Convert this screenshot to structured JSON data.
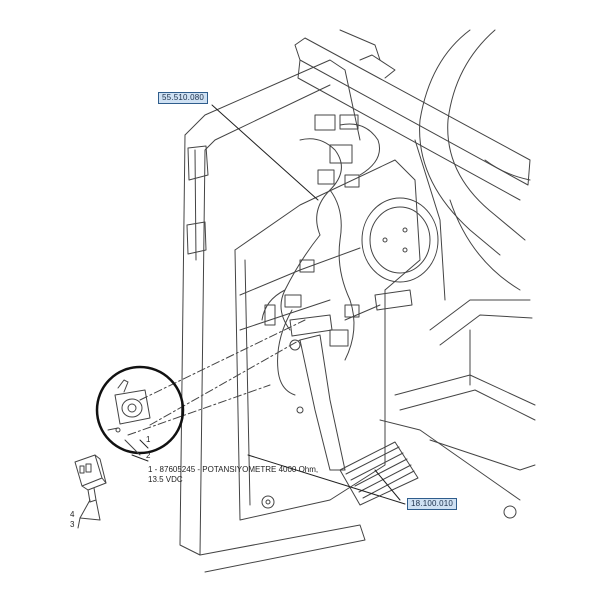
{
  "callouts": {
    "part_ref_top": "55.510.080",
    "part_ref_bottom": "18.100.010",
    "caption": "1 - 87605245 - POTANSIYOMETRE 4000 Ohm,\n13.5 VDC",
    "numbers": [
      "1",
      "2",
      "3",
      "4"
    ]
  },
  "colors": {
    "line": "#333333",
    "tag_fill": "#cfe1f3",
    "tag_border": "#2f5d8c"
  }
}
